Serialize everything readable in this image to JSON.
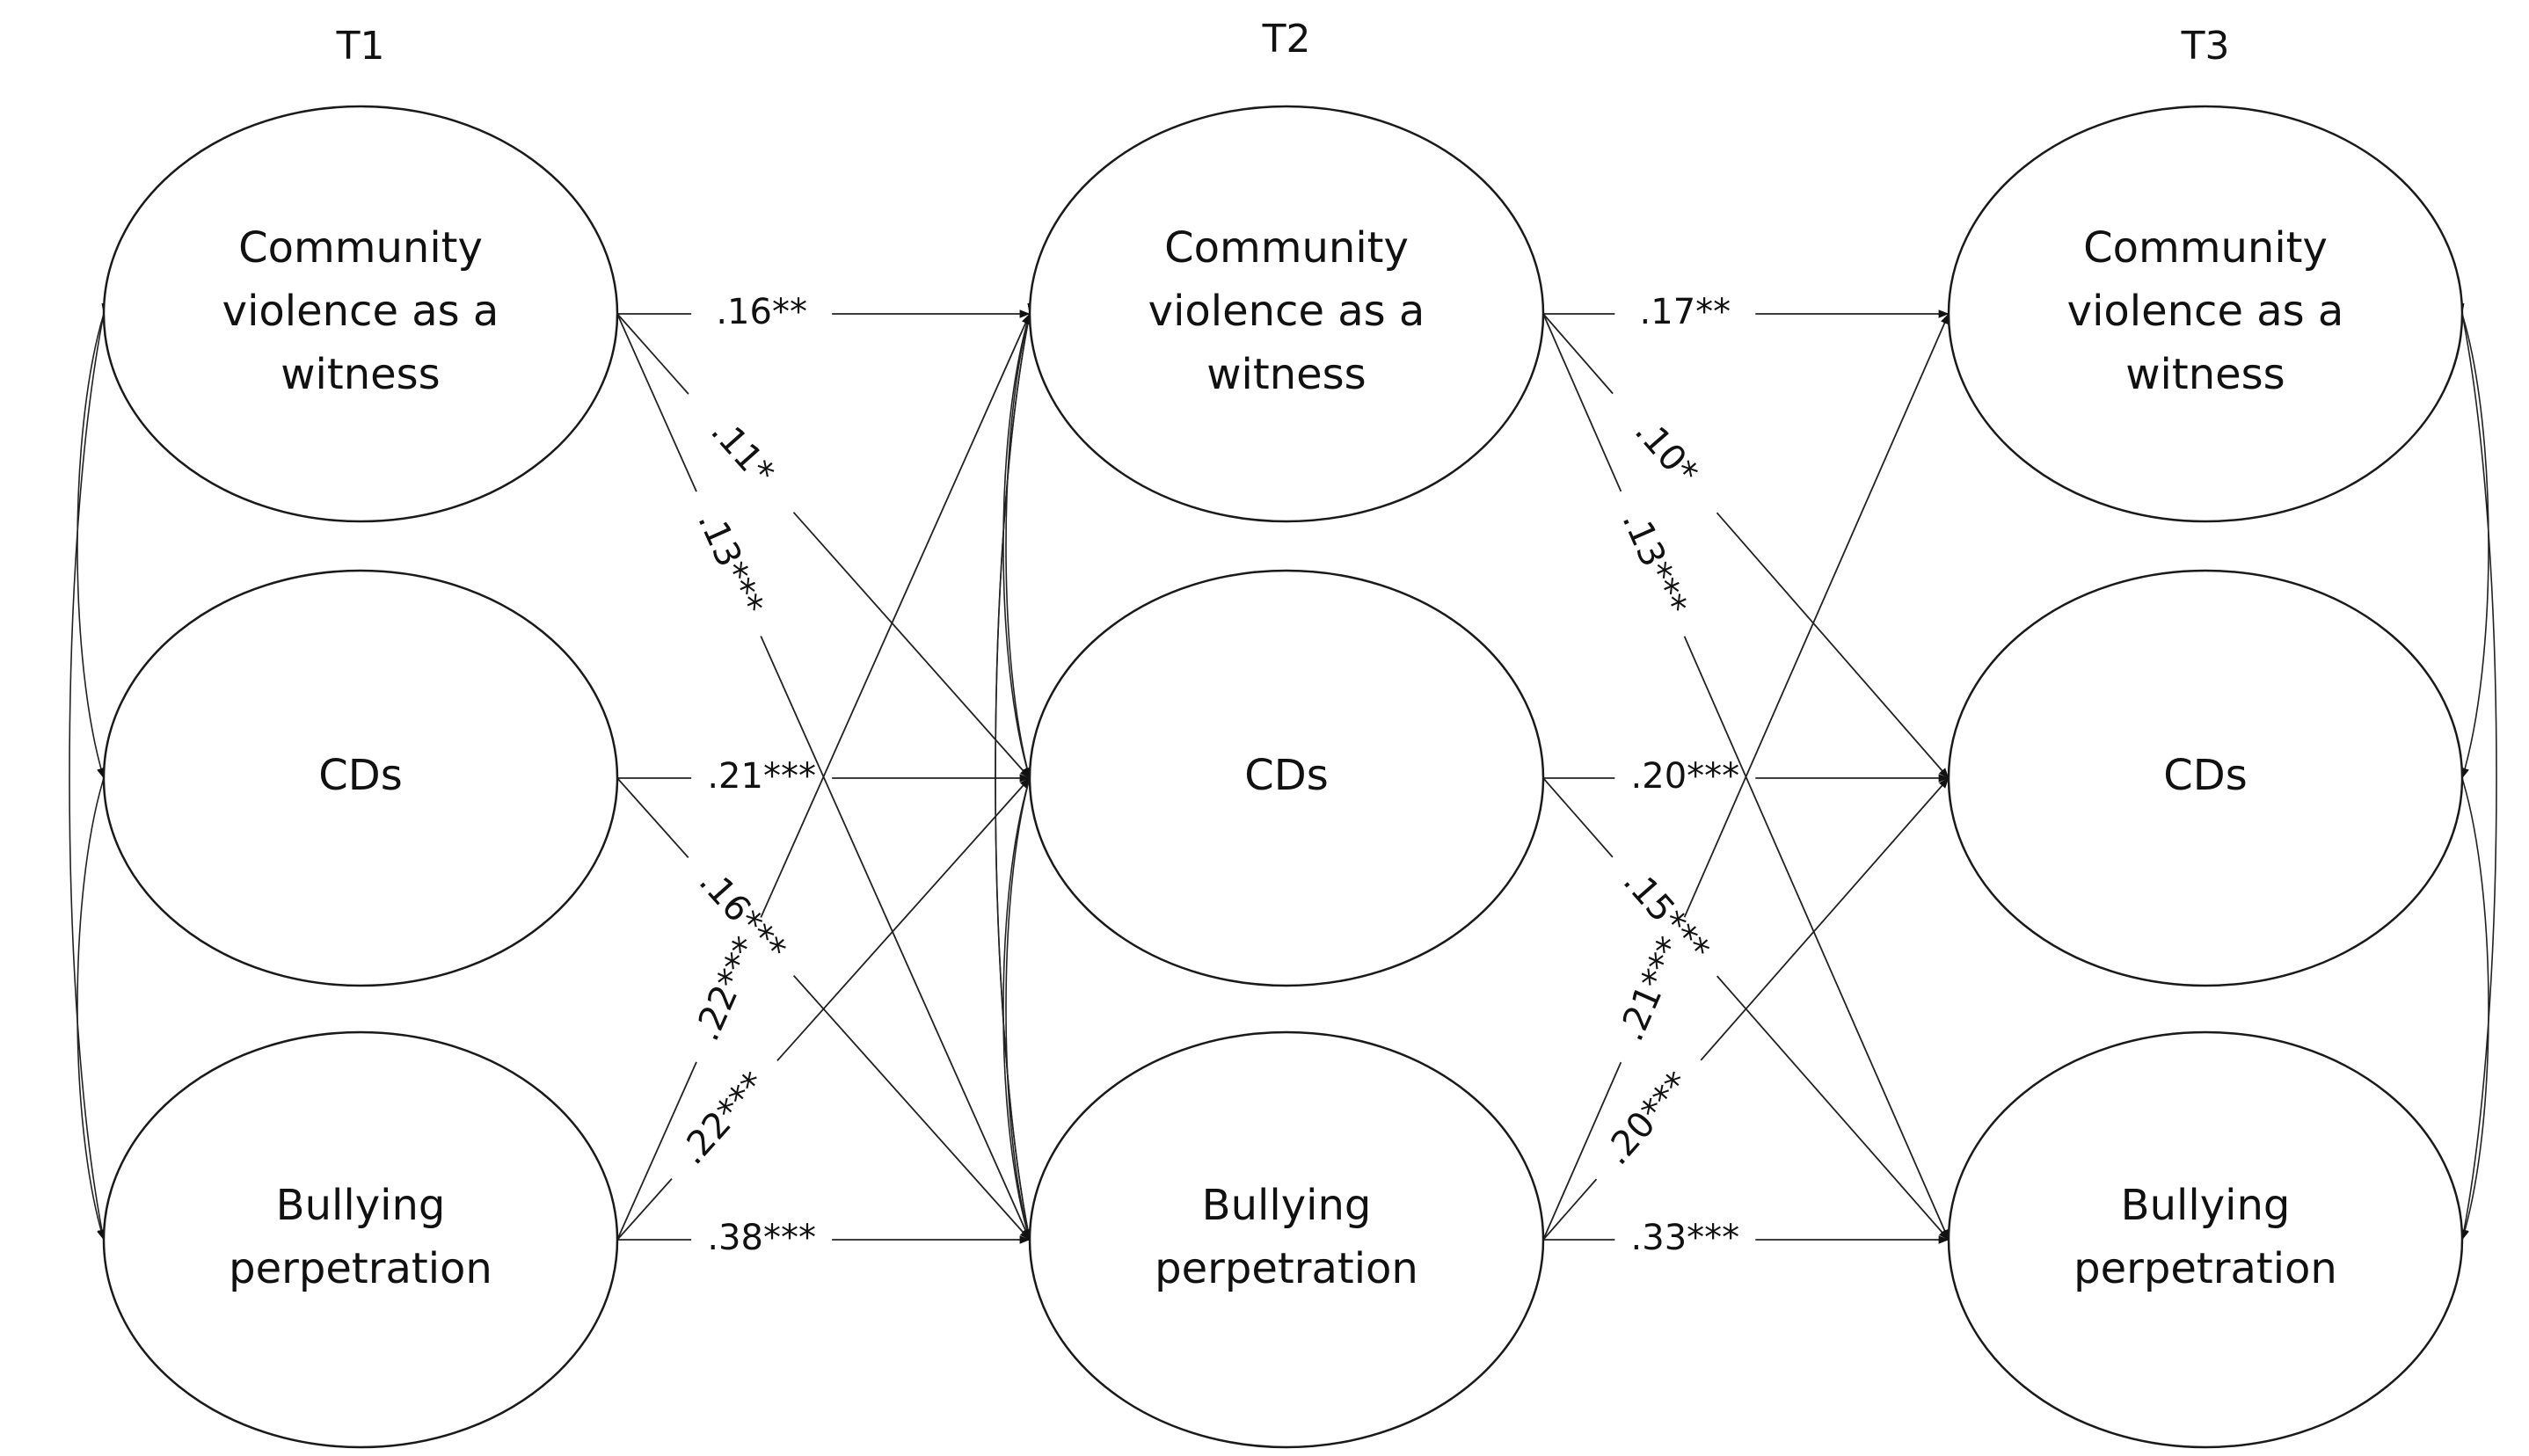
{
  "time_points": [
    "T1",
    "T2",
    "T3"
  ],
  "nodes": [
    {
      "id": "cvw1",
      "time": 0,
      "row": 0,
      "lines": [
        "Community",
        "violence as a",
        "witness"
      ]
    },
    {
      "id": "cd1",
      "time": 0,
      "row": 1,
      "lines": [
        "CDs"
      ]
    },
    {
      "id": "bp1",
      "time": 0,
      "row": 2,
      "lines": [
        "Bullying",
        "perpetration"
      ]
    },
    {
      "id": "cvw2",
      "time": 1,
      "row": 0,
      "lines": [
        "Community",
        "violence as a",
        "witness"
      ]
    },
    {
      "id": "cd2",
      "time": 1,
      "row": 1,
      "lines": [
        "CDs"
      ]
    },
    {
      "id": "bp2",
      "time": 1,
      "row": 2,
      "lines": [
        "Bullying",
        "perpetration"
      ]
    },
    {
      "id": "cvw3",
      "time": 2,
      "row": 0,
      "lines": [
        "Community",
        "violence as a",
        "witness"
      ]
    },
    {
      "id": "cd3",
      "time": 2,
      "row": 1,
      "lines": [
        "CDs"
      ]
    },
    {
      "id": "bp3",
      "time": 2,
      "row": 2,
      "lines": [
        "Bullying",
        "perpetration"
      ]
    }
  ],
  "paths": [
    {
      "from": "cvw1",
      "to": "cvw2",
      "label": ".16**"
    },
    {
      "from": "cvw1",
      "to": "cd2",
      "label": ".11*"
    },
    {
      "from": "cvw1",
      "to": "bp2",
      "label": ".13***"
    },
    {
      "from": "cd1",
      "to": "cd2",
      "label": ".21***"
    },
    {
      "from": "cd1",
      "to": "bp2",
      "label": ".16***"
    },
    {
      "from": "bp1",
      "to": "cvw2",
      "label": ".22***"
    },
    {
      "from": "bp1",
      "to": "cd2",
      "label": ".22***"
    },
    {
      "from": "bp1",
      "to": "bp2",
      "label": ".38***"
    },
    {
      "from": "cvw2",
      "to": "cvw3",
      "label": ".17**"
    },
    {
      "from": "cvw2",
      "to": "cd3",
      "label": ".10*"
    },
    {
      "from": "cvw2",
      "to": "bp3",
      "label": ".13***"
    },
    {
      "from": "cd2",
      "to": "cd3",
      "label": ".20***"
    },
    {
      "from": "cd2",
      "to": "bp3",
      "label": ".15***"
    },
    {
      "from": "bp2",
      "to": "cvw3",
      "label": ".21***"
    },
    {
      "from": "bp2",
      "to": "cd3",
      "label": ".20***"
    },
    {
      "from": "bp2",
      "to": "bp3",
      "label": ".33***"
    }
  ],
  "covariances": [
    {
      "a": "cvw1",
      "b": "cd1"
    },
    {
      "a": "cd1",
      "b": "bp1"
    },
    {
      "a": "cvw1",
      "b": "bp1"
    },
    {
      "a": "cvw2",
      "b": "cd2"
    },
    {
      "a": "cd2",
      "b": "bp2"
    },
    {
      "a": "cvw2",
      "b": "bp2"
    },
    {
      "a": "cvw3",
      "b": "cd3"
    },
    {
      "a": "cd3",
      "b": "bp3"
    },
    {
      "a": "cvw3",
      "b": "bp3"
    }
  ],
  "colors": {
    "line": "#222222",
    "text": "#111111",
    "background": "#ffffff"
  }
}
